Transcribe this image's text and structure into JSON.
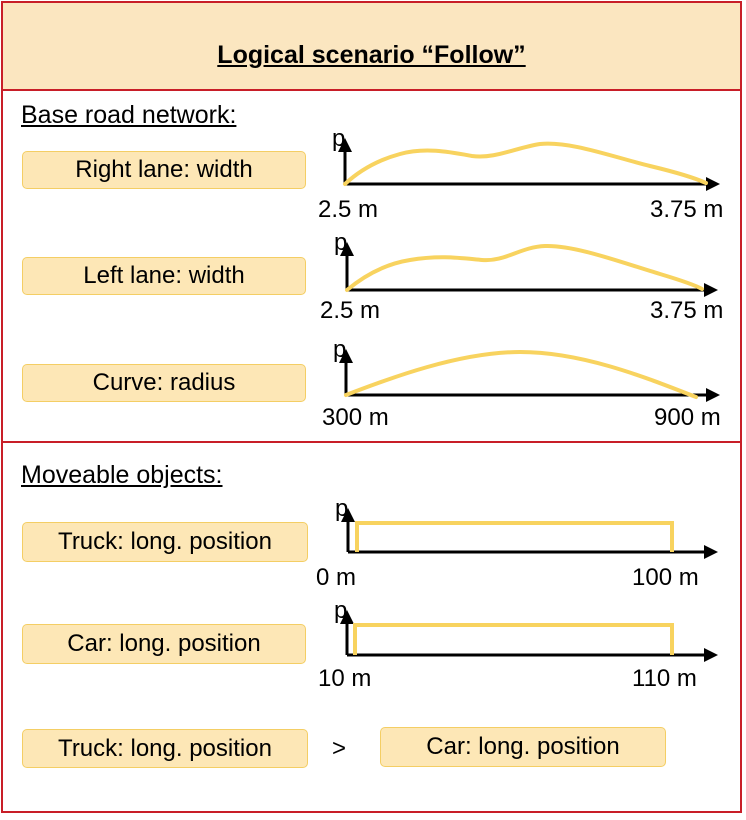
{
  "header": {
    "title": "Logical scenario “Follow”"
  },
  "sections": {
    "base_road": {
      "title": "Base road network:"
    },
    "moveable": {
      "title": "Moveable objects:"
    }
  },
  "y_axis_label": "p",
  "parameters": [
    {
      "label": "Right lane: width",
      "min": "2.5 m",
      "max": "3.75 m",
      "distribution": "irregular"
    },
    {
      "label": "Left lane: width",
      "min": "2.5 m",
      "max": "3.75 m",
      "distribution": "irregular"
    },
    {
      "label": "Curve: radius",
      "min": "300 m",
      "max": "900 m",
      "distribution": "bell"
    },
    {
      "label": "Truck: long. position",
      "min": "0 m",
      "max": "100 m",
      "distribution": "uniform"
    },
    {
      "label": "Car: long. position",
      "min": "10 m",
      "max": "110 m",
      "distribution": "uniform"
    }
  ],
  "constraint": {
    "left": "Truck: long. position",
    "operator": ">",
    "right": "Car: long. position"
  },
  "colors": {
    "border": "#c81e28",
    "header_fill": "#fbe6c0",
    "box_fill": "#fde7b6",
    "box_border": "#f4ce64",
    "curve": "#f8d35f",
    "axis": "#000000"
  }
}
